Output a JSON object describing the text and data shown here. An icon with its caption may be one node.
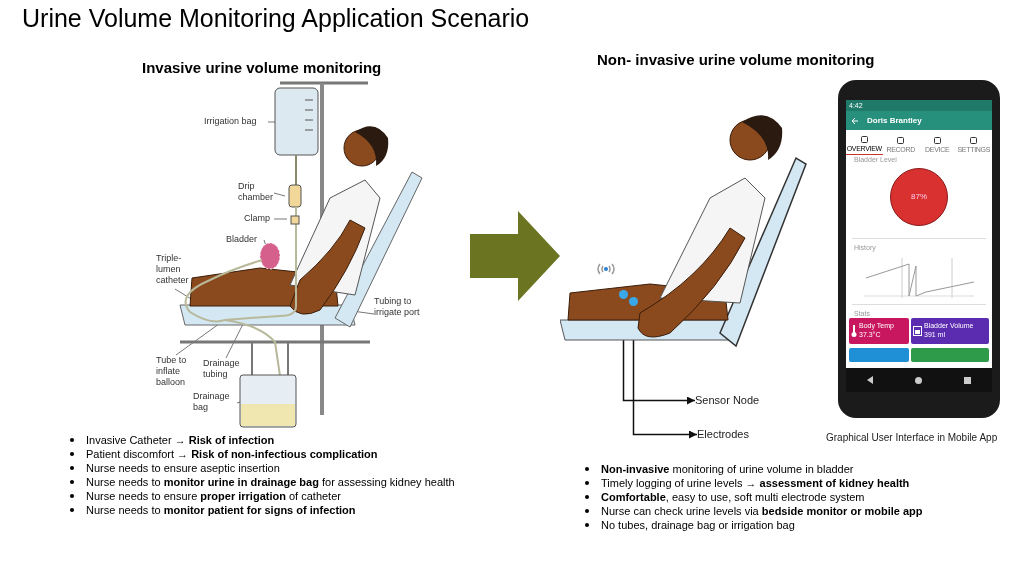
{
  "diagram": {
    "title": "Urine Volume Monitoring Application Scenario",
    "nodes": [
      {
        "text": [],
        "shape": "picture"
      },
      {
        "text": [],
        "shape": "picture"
      },
      {
        "text": [
          "Irrigation bag"
        ],
        "in": 0
      },
      {
        "text": [
          "Drip chamber"
        ],
        "in": 0
      },
      {
        "text": [
          "Clamp"
        ],
        "in": 0
      },
      {
        "text": [
          "Bladder"
        ],
        "in": 0
      },
      {
        "text": [
          "Triple-lumen catheter"
        ]
      },
      {
        "text": [
          "Tubing to irrigate port"
        ],
        "in": 0
      },
      {
        "text": [
          "Tube to inflate balloon"
        ]
      },
      {
        "text": [
          "Drainage tubing"
        ],
        "in": 0
      },
      {
        "text": [
          "Drainage bag"
        ],
        "in": 0
      },
      {
        "text": [],
        "shape": "circle",
        "in": 1
      },
      {
        "text": [],
        "shape": "circle",
        "in": 1
      },
      {
        "text": [
          "Sensor Node"
        ]
      },
      {
        "text": [
          "Electrodes"
        ]
      }
    ],
    "edges": [
      {
        "from": 0,
        "to": 1,
        "arrow": "to",
        "style": "thick",
        "color": "#6b7420"
      },
      {
        "from": 2,
        "to": 0,
        "arrow": "none"
      },
      {
        "from": 3,
        "to": 0,
        "arrow": "none"
      },
      {
        "from": 4,
        "to": 0,
        "arrow": "none"
      },
      {
        "from": 5,
        "to": 0,
        "arrow": "none"
      },
      {
        "from": 6,
        "to": 0,
        "arrow": "none"
      },
      {
        "from": 7,
        "to": 0,
        "arrow": "none"
      },
      {
        "from": 8,
        "to": 0,
        "arrow": "none"
      },
      {
        "from": 9,
        "to": 0,
        "arrow": "none"
      },
      {
        "from": 10,
        "to": 0,
        "arrow": "none"
      },
      {
        "from": 11,
        "to": 13,
        "arrow": "to"
      },
      {
        "from": 12,
        "to": 14,
        "arrow": "to"
      }
    ],
    "labels": [
      "Invasive urine volume monitoring",
      "Non- invasive urine volume monitoring",
      "4:42",
      "Doris Brantley",
      "OVERVIEW",
      "RECORD",
      "DEVICE",
      "SETTINGS",
      "Bladder Level",
      "87%",
      "History",
      "Stats",
      "Body Temp",
      "37.3°C",
      "Bladder Volume",
      "391 ml",
      "Invasive Catheter → **Risk of infection**",
      "Graphical User Interface in Mobile App",
      "Patient discomfort → **Risk of non-infectious complication**",
      "Nurse needs to ensure aseptic insertion",
      "Nurse needs to **monitor urine in drainage bag** for assessing kidney health",
      "Nurse needs to ensure **proper irrigation** of catheter",
      "Nurse needs to **monitor patient for signs of infection**",
      "**Non-invasive** monitoring of urine volume in bladder",
      "Timely logging of urine levels → **assessment of kidney health**",
      "**Comfortable**, easy to use, soft multi electrode system",
      "Nurse can check urine levels via **bedside monitor or mobile app**",
      "No tubes, drainage bag or irrigation bag"
    ]
  }
}
